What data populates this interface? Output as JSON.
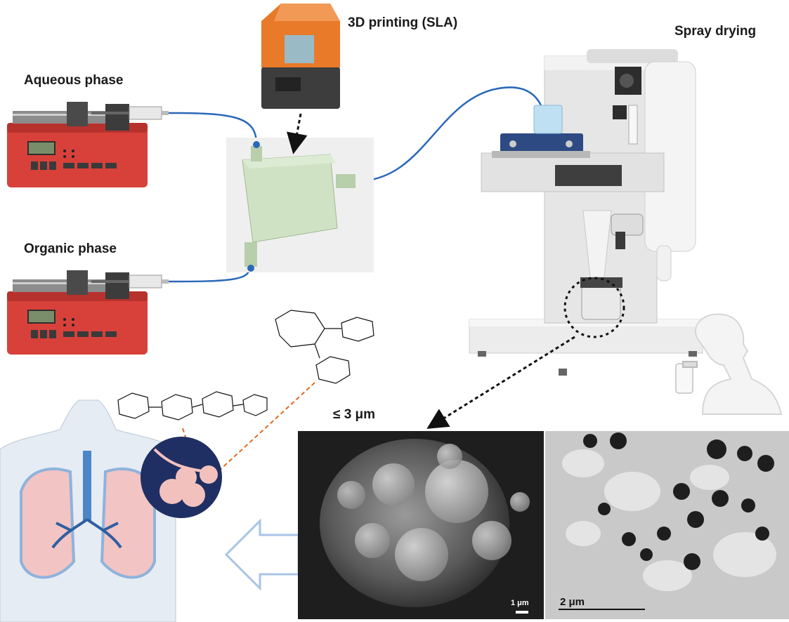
{
  "labels": {
    "aqueous_phase": "Aqueous phase",
    "organic_phase": "Organic phase",
    "printing": "3D printing (SLA)",
    "spray_drying": "Spray drying",
    "particle_size": "≤ 3 μm"
  },
  "micrographs": {
    "sem_scale": "1 μm",
    "tem_scale": "2 μm"
  },
  "colors": {
    "tubing": "#2a68b8",
    "pump_body": "#d8413a",
    "chip": "#cfe3c4",
    "printer_hood": "#e87a2a",
    "arrow_outline": "#a9c4e6",
    "dashed_connector": "#e06a1f"
  }
}
